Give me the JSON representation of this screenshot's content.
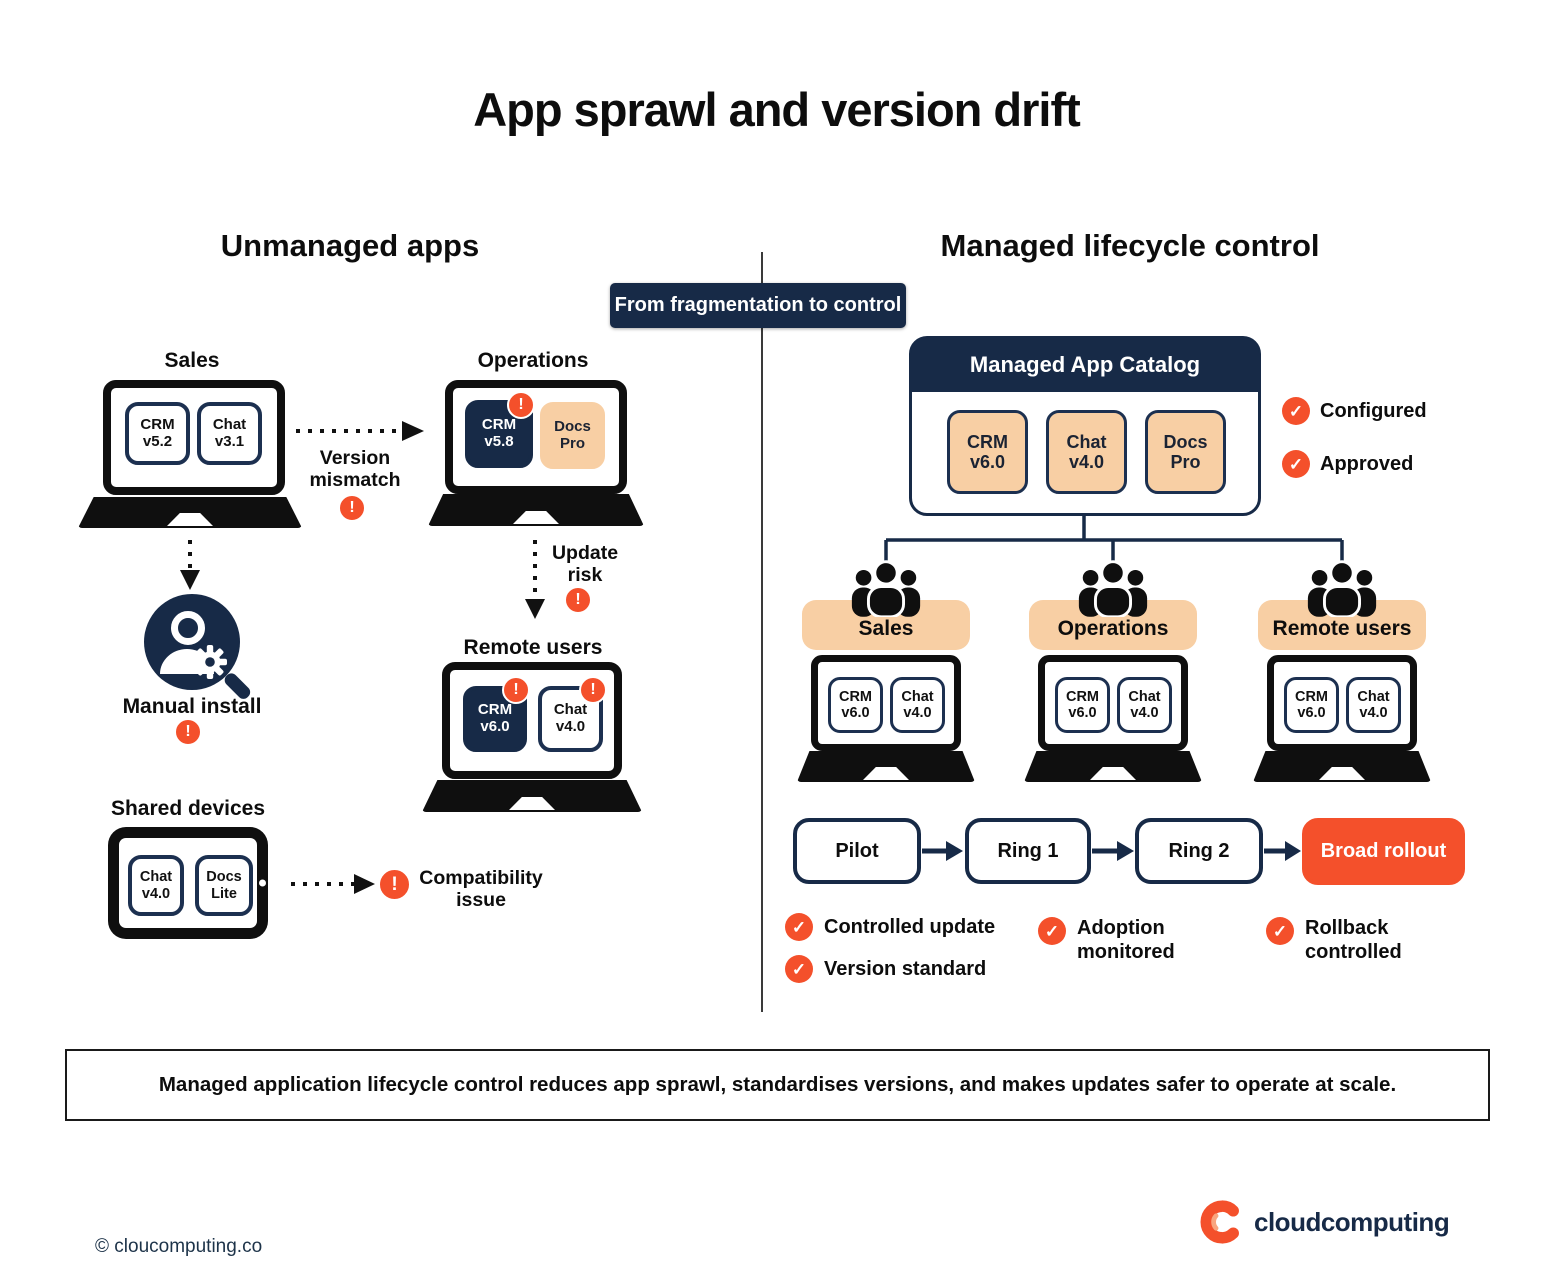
{
  "page": {
    "title": "App sprawl and version drift"
  },
  "divider_badge": "From fragmentation to control",
  "left": {
    "heading": "Unmanaged apps",
    "sales_label": "Sales",
    "sales_apps": [
      {
        "name": "CRM",
        "ver": "v5.2"
      },
      {
        "name": "Chat",
        "ver": "v3.1"
      }
    ],
    "version_mismatch_label": "Version mismatch",
    "operations_label": "Operations",
    "operations_apps": [
      {
        "name": "CRM",
        "ver": "v5.8"
      },
      {
        "name": "Docs",
        "ver": "Pro"
      }
    ],
    "update_risk_label": "Update risk",
    "remote_label": "Remote users",
    "remote_apps": [
      {
        "name": "CRM",
        "ver": "v6.0"
      },
      {
        "name": "Chat",
        "ver": "v4.0"
      }
    ],
    "manual_install_label": "Manual install",
    "shared_devices_label": "Shared devices",
    "tablet_apps": [
      {
        "name": "Chat",
        "ver": "v4.0"
      },
      {
        "name": "Docs",
        "ver": "Lite"
      }
    ],
    "compatibility_label": "Compatibility issue"
  },
  "right": {
    "heading": "Managed lifecycle control",
    "catalog_title": "Managed App Catalog",
    "catalog_apps": [
      {
        "name": "CRM",
        "ver": "v6.0"
      },
      {
        "name": "Chat",
        "ver": "v4.0"
      },
      {
        "name": "Docs",
        "ver": "Pro"
      }
    ],
    "catalog_checks": [
      {
        "label": "Configured"
      },
      {
        "label": "Approved"
      }
    ],
    "groups": [
      {
        "label": "Sales",
        "apps": [
          {
            "name": "CRM",
            "ver": "v6.0"
          },
          {
            "name": "Chat",
            "ver": "v4.0"
          }
        ]
      },
      {
        "label": "Operations",
        "apps": [
          {
            "name": "CRM",
            "ver": "v6.0"
          },
          {
            "name": "Chat",
            "ver": "v4.0"
          }
        ]
      },
      {
        "label": "Remote users",
        "apps": [
          {
            "name": "CRM",
            "ver": "v6.0"
          },
          {
            "name": "Chat",
            "ver": "v4.0"
          }
        ]
      }
    ],
    "pipeline": [
      {
        "label": "Pilot"
      },
      {
        "label": "Ring 1"
      },
      {
        "label": "Ring 2"
      },
      {
        "label": "Broad rollout"
      }
    ],
    "rollout_checks": [
      {
        "label": "Controlled update"
      },
      {
        "label": "Version standard"
      },
      {
        "label": "Adoption monitored"
      },
      {
        "label": "Rollback controlled"
      }
    ]
  },
  "caption": {
    "text": "Managed application lifecycle control reduces app sprawl, standardises versions, and makes updates safer to operate at scale."
  },
  "footer": {
    "copyright": "© cloucomputing.co",
    "brand": "cloudcomputing"
  },
  "icons": {
    "alert": "!",
    "check": "✓"
  },
  "colors": {
    "navy": "#172a47",
    "orange": "#f4502b",
    "peach": "#f8cfa4",
    "ink": "#111111"
  }
}
